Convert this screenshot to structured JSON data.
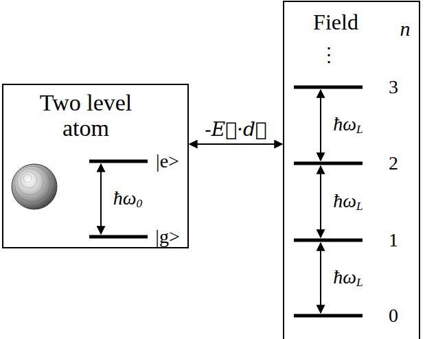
{
  "diagram": {
    "nodes": [
      {
        "text": [
          "Two level atom"
        ]
      },
      {
        "text": [
          "Field"
        ]
      }
    ],
    "edges": [
      {
        "from": 0,
        "to": 1,
        "arrow": "both",
        "label": "-E⃗·d⃗"
      }
    ],
    "labels": [
      "|e>",
      "ħω0",
      "|g>",
      "n",
      "⋮",
      "3",
      "ħωL",
      "2",
      "ħωL",
      "1",
      "ħωL",
      "0"
    ]
  }
}
